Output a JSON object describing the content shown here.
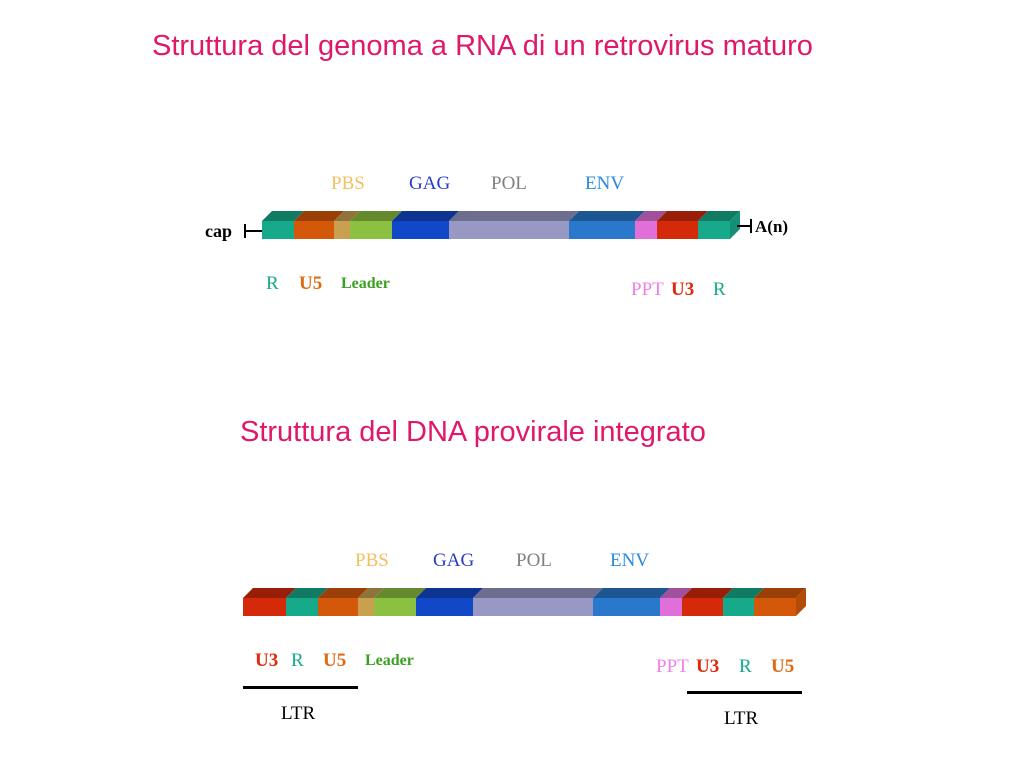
{
  "titles": {
    "rna": "Struttura del genoma a RNA di un retrovirus maturo",
    "dna": "Struttura del DNA provirale integrato"
  },
  "colors": {
    "title": "#e0186c",
    "R": "#16a98a",
    "U5": "#d4580a",
    "U3": "#d42a0a",
    "PBS": "#c8a050",
    "Leader": "#8cc040",
    "GAG": "#1048c8",
    "POL": "#9898c4",
    "ENV": "#2a78cc",
    "PPT": "#e070d8"
  },
  "rna": {
    "genes": {
      "pbs": "PBS",
      "gag": "GAG",
      "pol": "POL",
      "env": "ENV"
    },
    "ends": {
      "cap": "cap",
      "polyA": "A(n)"
    },
    "bottom": {
      "r1": "R",
      "u5": "U5",
      "leader": "Leader",
      "ppt": "PPT",
      "u3": "U3",
      "r2": "R"
    }
  },
  "dna": {
    "genes": {
      "pbs": "PBS",
      "gag": "GAG",
      "pol": "POL",
      "env": "ENV"
    },
    "bottom": {
      "u3a": "U3",
      "ra": "R",
      "u5a": "U5",
      "leader": "Leader",
      "ppt": "PPT",
      "u3b": "U3",
      "rb": "R",
      "u5b": "U5"
    },
    "ltr_left": "LTR",
    "ltr_right": "LTR"
  }
}
